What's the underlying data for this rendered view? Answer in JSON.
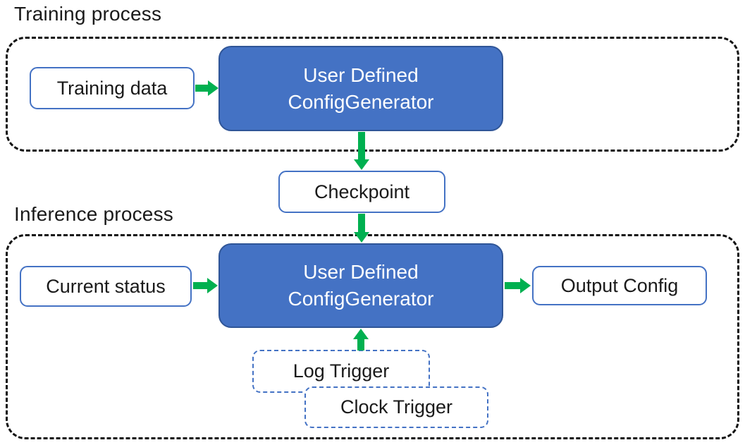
{
  "colors": {
    "generator_fill": "#4472C4",
    "generator_border": "#2F5597",
    "io_box_border": "#4472C4",
    "trigger_box_border": "#4472C4",
    "arrow_green": "#00B050",
    "container_dash": "#111111",
    "text_dark": "#1A1A1A",
    "text_light": "#FFFFFF"
  },
  "training": {
    "title": "Training process",
    "input_box": "Training data",
    "generator_line1": "User Defined",
    "generator_line2": "ConfigGenerator"
  },
  "checkpoint": "Checkpoint",
  "inference": {
    "title": "Inference process",
    "input_box": "Current status",
    "generator_line1": "User Defined",
    "generator_line2": "ConfigGenerator",
    "output_box": "Output Config",
    "trigger_log": "Log Trigger",
    "trigger_clock": "Clock Trigger"
  }
}
